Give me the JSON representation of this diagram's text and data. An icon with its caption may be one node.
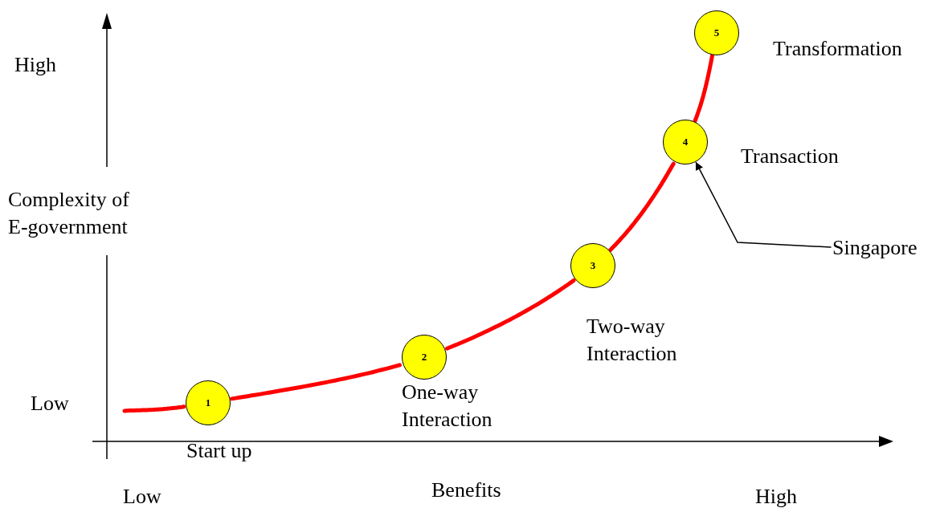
{
  "diagram": {
    "nodes": [
      {
        "text": [
          "1"
        ],
        "beside": [
          "Start up"
        ]
      },
      {
        "text": [
          "2"
        ],
        "beside": [
          "One-way Interaction"
        ]
      },
      {
        "text": [
          "3"
        ],
        "beside": [
          "Two-way Interaction"
        ]
      },
      {
        "text": [
          "4"
        ],
        "beside": [
          "Transaction"
        ]
      },
      {
        "text": [
          "5"
        ],
        "beside": [
          "Transformation"
        ]
      },
      {
        "text": [
          "Singapore"
        ]
      }
    ],
    "edges": [
      {
        "from": null,
        "to": 0,
        "arrow": "none"
      },
      {
        "from": 0,
        "to": 1,
        "arrow": "none"
      },
      {
        "from": 1,
        "to": 2,
        "arrow": "none"
      },
      {
        "from": 2,
        "to": 3,
        "arrow": "none"
      },
      {
        "from": 3,
        "to": 4,
        "arrow": "none"
      },
      {
        "from": 5,
        "to": 3,
        "arrow": "to",
        "color": "#000000"
      }
    ],
    "labels": [
      "High",
      "Complexity of E-government",
      "Low",
      "Low",
      "Benefits",
      "High"
    ]
  }
}
